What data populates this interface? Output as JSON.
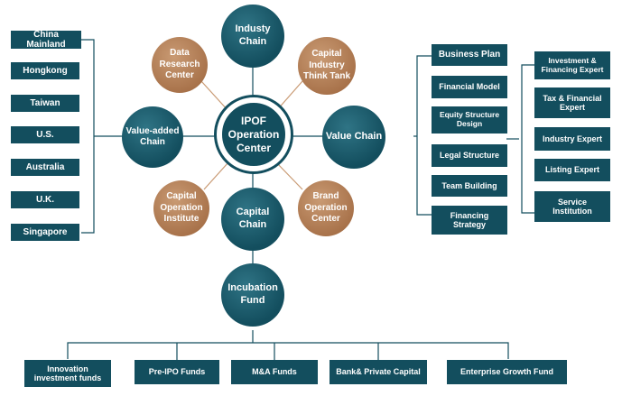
{
  "center": {
    "label": "IPOF\nOperation\nCenter"
  },
  "hub_nodes": {
    "industry_chain": "Industy\nChain",
    "capital_chain": "Capital\nChain",
    "value_added_chain": "Value-added\nChain",
    "value_chain": "Value Chain",
    "incubation_fund": "Incubation\nFund"
  },
  "satellite_nodes": {
    "data_research": "Data\nResearch\nCenter",
    "capital_industry": "Capital\nIndustry\nThink Tank",
    "capital_operation": "Capital\nOperation\nInstitute",
    "brand_operation": "Brand\nOperation\nCenter"
  },
  "regions": [
    "China Mainland",
    "Hongkong",
    "Taiwan",
    "U.S.",
    "Australia",
    "U.K.",
    "Singapore"
  ],
  "value_chain_items": [
    "Business Plan",
    "Financial Model",
    "Equity Structure Design",
    "Legal Structure",
    "Team Building",
    "Financing Strategy"
  ],
  "experts": [
    "Investment & Financing Expert",
    "Tax & Financial Expert",
    "Industry Expert",
    "Listing Expert",
    "Service Institution"
  ],
  "funds": [
    "Innovation investment funds",
    "Pre-IPO Funds",
    "M&A Funds",
    "Bank& Private Capital",
    "Enterprise Growth Fund"
  ],
  "colors": {
    "teal": "#134e5e",
    "brown": "#a77149",
    "line": "#134e5e"
  }
}
